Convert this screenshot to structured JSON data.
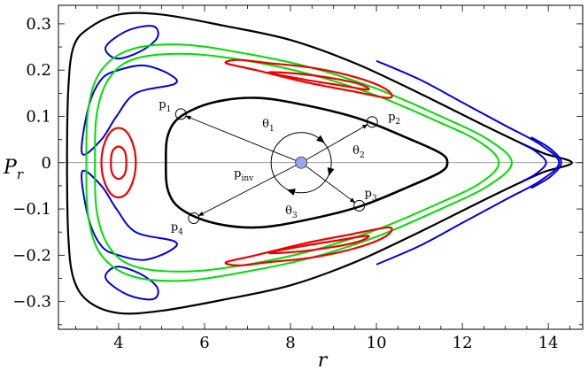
{
  "chart_data": {
    "type": "line",
    "title": "",
    "xlabel": "r",
    "ylabel": "P",
    "ylabel_sub": "r",
    "xlim": [
      2.6,
      14.8
    ],
    "ylim": [
      -0.36,
      0.34
    ],
    "x_ticks": [
      4,
      6,
      8,
      10,
      12,
      14
    ],
    "y_ticks": [
      0.3,
      0.2,
      0.1,
      0,
      -0.1,
      -0.2,
      -0.3
    ],
    "y_tick_labels": [
      "0.3",
      "0.2",
      "0.1",
      "0",
      "−0.1",
      "−0.2",
      "−0.3"
    ],
    "grid": false,
    "zero_line": true,
    "colors": {
      "outer": "#000000",
      "blue": "#0000dd",
      "green": "#00dd00",
      "red": "#ee0000",
      "inner": "#000000",
      "center_point": "#9aa5f0"
    },
    "curves": [
      {
        "id": "outer-boundary",
        "color": "outer",
        "closed": true,
        "width": 2.2,
        "points": [
          [
            2.8,
            0.0
          ],
          [
            2.83,
            0.16
          ],
          [
            2.95,
            0.25
          ],
          [
            3.3,
            0.29
          ],
          [
            4.0,
            0.32
          ],
          [
            5.0,
            0.32
          ],
          [
            6.5,
            0.295
          ],
          [
            8.0,
            0.265
          ],
          [
            9.5,
            0.215
          ],
          [
            11.0,
            0.15
          ],
          [
            12.3,
            0.09
          ],
          [
            13.3,
            0.045
          ],
          [
            13.9,
            0.02
          ],
          [
            14.55,
            0.0
          ],
          [
            13.9,
            -0.02
          ],
          [
            13.3,
            -0.045
          ],
          [
            12.3,
            -0.09
          ],
          [
            11.0,
            -0.15
          ],
          [
            9.5,
            -0.215
          ],
          [
            8.0,
            -0.265
          ],
          [
            6.5,
            -0.295
          ],
          [
            5.0,
            -0.32
          ],
          [
            4.0,
            -0.325
          ],
          [
            3.3,
            -0.3
          ],
          [
            2.95,
            -0.25
          ],
          [
            2.83,
            -0.16
          ]
        ]
      },
      {
        "id": "blue-outer-right",
        "color": "blue",
        "closed": false,
        "width": 2.0,
        "points": [
          [
            10.0,
            0.22
          ],
          [
            11.0,
            0.18
          ],
          [
            12.0,
            0.13
          ],
          [
            13.0,
            0.08
          ],
          [
            13.8,
            0.04
          ],
          [
            14.25,
            0.0
          ],
          [
            13.8,
            -0.04
          ],
          [
            13.0,
            -0.08
          ],
          [
            12.0,
            -0.13
          ],
          [
            11.0,
            -0.18
          ],
          [
            10.0,
            -0.22
          ]
        ]
      },
      {
        "id": "blue-right-crescent-a",
        "color": "blue",
        "closed": false,
        "width": 2.0,
        "points": [
          [
            13.4,
            0.04
          ],
          [
            13.7,
            0.025
          ],
          [
            13.95,
            0.0
          ],
          [
            13.7,
            -0.025
          ],
          [
            13.4,
            -0.04
          ]
        ]
      },
      {
        "id": "blue-right-crescent-b",
        "color": "blue",
        "closed": false,
        "width": 2.0,
        "points": [
          [
            13.6,
            0.055
          ],
          [
            14.05,
            0.03
          ],
          [
            14.3,
            0.0
          ],
          [
            14.05,
            -0.03
          ],
          [
            13.6,
            -0.055
          ]
        ]
      },
      {
        "id": "blue-island-top",
        "color": "blue",
        "closed": true,
        "width": 2.0,
        "points": [
          [
            3.7,
            0.25
          ],
          [
            4.2,
            0.285
          ],
          [
            4.8,
            0.295
          ],
          [
            4.9,
            0.27
          ],
          [
            4.5,
            0.24
          ],
          [
            3.95,
            0.225
          ]
        ]
      },
      {
        "id": "blue-island-upper-left",
        "color": "blue",
        "closed": true,
        "width": 2.0,
        "points": [
          [
            3.15,
            0.02
          ],
          [
            3.3,
            0.12
          ],
          [
            3.6,
            0.18
          ],
          [
            4.0,
            0.2
          ],
          [
            4.6,
            0.21
          ],
          [
            5.2,
            0.19
          ],
          [
            5.3,
            0.17
          ],
          [
            4.4,
            0.15
          ],
          [
            3.95,
            0.1
          ],
          [
            3.6,
            0.05
          ]
        ]
      },
      {
        "id": "blue-island-lower-left",
        "color": "blue",
        "closed": true,
        "width": 2.0,
        "points": [
          [
            3.15,
            -0.02
          ],
          [
            3.3,
            -0.12
          ],
          [
            3.6,
            -0.18
          ],
          [
            4.0,
            -0.2
          ],
          [
            4.6,
            -0.21
          ],
          [
            5.2,
            -0.19
          ],
          [
            5.3,
            -0.17
          ],
          [
            4.4,
            -0.15
          ],
          [
            3.95,
            -0.1
          ],
          [
            3.6,
            -0.05
          ]
        ]
      },
      {
        "id": "blue-island-bottom",
        "color": "blue",
        "closed": true,
        "width": 2.0,
        "points": [
          [
            3.7,
            -0.25
          ],
          [
            4.2,
            -0.285
          ],
          [
            4.8,
            -0.295
          ],
          [
            4.9,
            -0.27
          ],
          [
            4.5,
            -0.24
          ],
          [
            3.95,
            -0.225
          ]
        ]
      },
      {
        "id": "green-torus-outer",
        "color": "green",
        "closed": true,
        "width": 2.0,
        "points": [
          [
            3.25,
            0.0
          ],
          [
            3.3,
            0.12
          ],
          [
            3.6,
            0.2
          ],
          [
            4.3,
            0.245
          ],
          [
            5.5,
            0.255
          ],
          [
            7.0,
            0.235
          ],
          [
            8.5,
            0.205
          ],
          [
            10.0,
            0.16
          ],
          [
            11.5,
            0.1
          ],
          [
            12.6,
            0.05
          ],
          [
            13.15,
            0.0
          ],
          [
            12.6,
            -0.05
          ],
          [
            11.5,
            -0.1
          ],
          [
            10.0,
            -0.16
          ],
          [
            8.5,
            -0.205
          ],
          [
            7.0,
            -0.235
          ],
          [
            5.5,
            -0.255
          ],
          [
            4.3,
            -0.245
          ],
          [
            3.6,
            -0.2
          ],
          [
            3.3,
            -0.12
          ]
        ]
      },
      {
        "id": "green-torus-inner",
        "color": "green",
        "closed": true,
        "width": 2.0,
        "points": [
          [
            3.45,
            0.0
          ],
          [
            3.5,
            0.11
          ],
          [
            3.8,
            0.185
          ],
          [
            4.4,
            0.225
          ],
          [
            5.6,
            0.235
          ],
          [
            7.0,
            0.22
          ],
          [
            8.5,
            0.19
          ],
          [
            10.0,
            0.145
          ],
          [
            11.4,
            0.09
          ],
          [
            12.4,
            0.045
          ],
          [
            12.85,
            0.0
          ],
          [
            12.4,
            -0.045
          ],
          [
            11.4,
            -0.09
          ],
          [
            10.0,
            -0.145
          ],
          [
            8.5,
            -0.19
          ],
          [
            7.0,
            -0.22
          ],
          [
            5.6,
            -0.235
          ],
          [
            4.4,
            -0.225
          ],
          [
            3.8,
            -0.185
          ],
          [
            3.5,
            -0.11
          ]
        ]
      },
      {
        "id": "red-island-left-outer",
        "color": "red",
        "closed": true,
        "width": 2.2,
        "points": [
          [
            3.6,
            0.0
          ],
          [
            3.65,
            0.035
          ],
          [
            3.8,
            0.065
          ],
          [
            4.0,
            0.075
          ],
          [
            4.2,
            0.065
          ],
          [
            4.35,
            0.035
          ],
          [
            4.4,
            0.0
          ],
          [
            4.35,
            -0.035
          ],
          [
            4.2,
            -0.065
          ],
          [
            4.0,
            -0.075
          ],
          [
            3.8,
            -0.065
          ],
          [
            3.65,
            -0.035
          ]
        ]
      },
      {
        "id": "red-island-left-inner",
        "color": "red",
        "closed": true,
        "width": 2.2,
        "points": [
          [
            3.82,
            0.0
          ],
          [
            3.86,
            0.025
          ],
          [
            4.0,
            0.035
          ],
          [
            4.14,
            0.025
          ],
          [
            4.18,
            0.0
          ],
          [
            4.14,
            -0.025
          ],
          [
            4.0,
            -0.035
          ],
          [
            3.86,
            -0.025
          ]
        ]
      },
      {
        "id": "red-island-top-outer",
        "color": "red",
        "closed": true,
        "width": 2.2,
        "points": [
          [
            6.5,
            0.215
          ],
          [
            7.2,
            0.2
          ],
          [
            8.3,
            0.175
          ],
          [
            9.4,
            0.155
          ],
          [
            10.3,
            0.14
          ],
          [
            10.2,
            0.16
          ],
          [
            9.5,
            0.185
          ],
          [
            8.5,
            0.205
          ],
          [
            7.5,
            0.215
          ],
          [
            6.8,
            0.222
          ]
        ]
      },
      {
        "id": "red-island-top-inner",
        "color": "red",
        "closed": true,
        "width": 2.2,
        "points": [
          [
            7.5,
            0.195
          ],
          [
            8.3,
            0.18
          ],
          [
            9.1,
            0.168
          ],
          [
            9.8,
            0.158
          ],
          [
            9.6,
            0.17
          ],
          [
            9.0,
            0.182
          ],
          [
            8.2,
            0.192
          ]
        ]
      },
      {
        "id": "red-island-bottom-outer",
        "color": "red",
        "closed": true,
        "width": 2.2,
        "points": [
          [
            6.5,
            -0.215
          ],
          [
            7.2,
            -0.2
          ],
          [
            8.3,
            -0.175
          ],
          [
            9.4,
            -0.155
          ],
          [
            10.3,
            -0.14
          ],
          [
            10.2,
            -0.16
          ],
          [
            9.5,
            -0.185
          ],
          [
            8.5,
            -0.205
          ],
          [
            7.5,
            -0.215
          ],
          [
            6.8,
            -0.222
          ]
        ]
      },
      {
        "id": "red-island-bottom-inner",
        "color": "red",
        "closed": true,
        "width": 2.2,
        "points": [
          [
            7.5,
            -0.195
          ],
          [
            8.3,
            -0.18
          ],
          [
            9.1,
            -0.168
          ],
          [
            9.8,
            -0.158
          ],
          [
            9.6,
            -0.17
          ],
          [
            9.0,
            -0.182
          ],
          [
            8.2,
            -0.192
          ]
        ]
      },
      {
        "id": "inner-orbit",
        "color": "inner",
        "closed": true,
        "width": 2.6,
        "points": [
          [
            5.1,
            0.0
          ],
          [
            5.15,
            0.06
          ],
          [
            5.45,
            0.1
          ],
          [
            6.2,
            0.13
          ],
          [
            7.2,
            0.14
          ],
          [
            8.3,
            0.125
          ],
          [
            9.6,
            0.095
          ],
          [
            10.8,
            0.05
          ],
          [
            11.5,
            0.02
          ],
          [
            11.65,
            0.0
          ],
          [
            11.5,
            -0.02
          ],
          [
            10.8,
            -0.05
          ],
          [
            9.6,
            -0.095
          ],
          [
            8.3,
            -0.125
          ],
          [
            7.2,
            -0.14
          ],
          [
            6.2,
            -0.13
          ],
          [
            5.45,
            -0.1
          ],
          [
            5.15,
            -0.06
          ]
        ]
      }
    ],
    "center_point": {
      "label": "p",
      "label_sub": "inv",
      "x": 8.25,
      "y": 0.0
    },
    "points": [
      {
        "label": "p",
        "sub": "1",
        "x": 5.45,
        "y": 0.105
      },
      {
        "label": "p",
        "sub": "2",
        "x": 9.9,
        "y": 0.088
      },
      {
        "label": "p",
        "sub": "3",
        "x": 9.6,
        "y": -0.093
      },
      {
        "label": "p",
        "sub": "4",
        "x": 5.75,
        "y": -0.12
      }
    ],
    "angles": [
      {
        "label": "θ",
        "sub": "1"
      },
      {
        "label": "θ",
        "sub": "2"
      },
      {
        "label": "θ",
        "sub": "3"
      }
    ]
  }
}
